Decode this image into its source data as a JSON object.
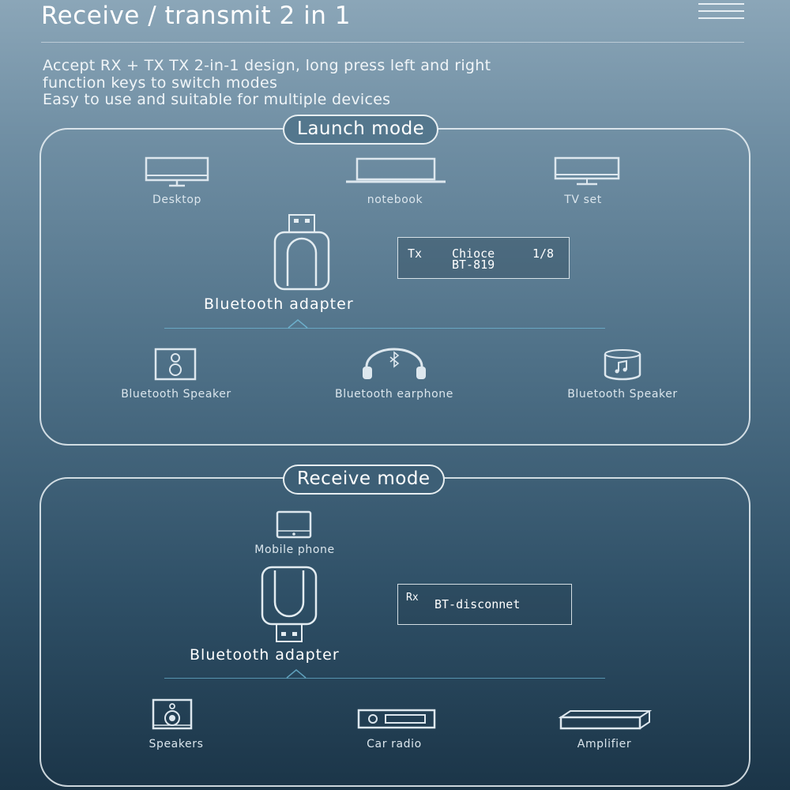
{
  "header": {
    "title": "Receive / transmit 2 in 1",
    "description": [
      "Accept RX + TX TX 2-in-1 design, long press left and right",
      "function keys to switch modes",
      "Easy to use and suitable for multiple devices"
    ]
  },
  "launch": {
    "title": "Launch mode",
    "sources": [
      {
        "label": "Desktop",
        "icon": "desktop-icon"
      },
      {
        "label": "notebook",
        "icon": "laptop-icon"
      },
      {
        "label": "TV set",
        "icon": "tv-icon"
      }
    ],
    "adapter_label": "Bluetooth adapter",
    "display": {
      "mode": "Tx",
      "text": "Chioce",
      "counter": "1/8",
      "device": "BT-819"
    },
    "targets": [
      {
        "label": "Bluetooth Speaker",
        "icon": "speaker-icon"
      },
      {
        "label": "Bluetooth earphone",
        "icon": "headphone-icon"
      },
      {
        "label": "Bluetooth Speaker",
        "icon": "cylinder-speaker-icon"
      }
    ]
  },
  "receive": {
    "title": "Receive mode",
    "source": {
      "label": "Mobile phone",
      "icon": "phone-icon"
    },
    "adapter_label": "Bluetooth adapter",
    "display": {
      "mode": "Rx",
      "text": "BT-disconnet"
    },
    "targets": [
      {
        "label": "Speakers",
        "icon": "speakers-icon"
      },
      {
        "label": "Car radio",
        "icon": "car-radio-icon"
      },
      {
        "label": "Amplifier",
        "icon": "amplifier-icon"
      }
    ]
  }
}
